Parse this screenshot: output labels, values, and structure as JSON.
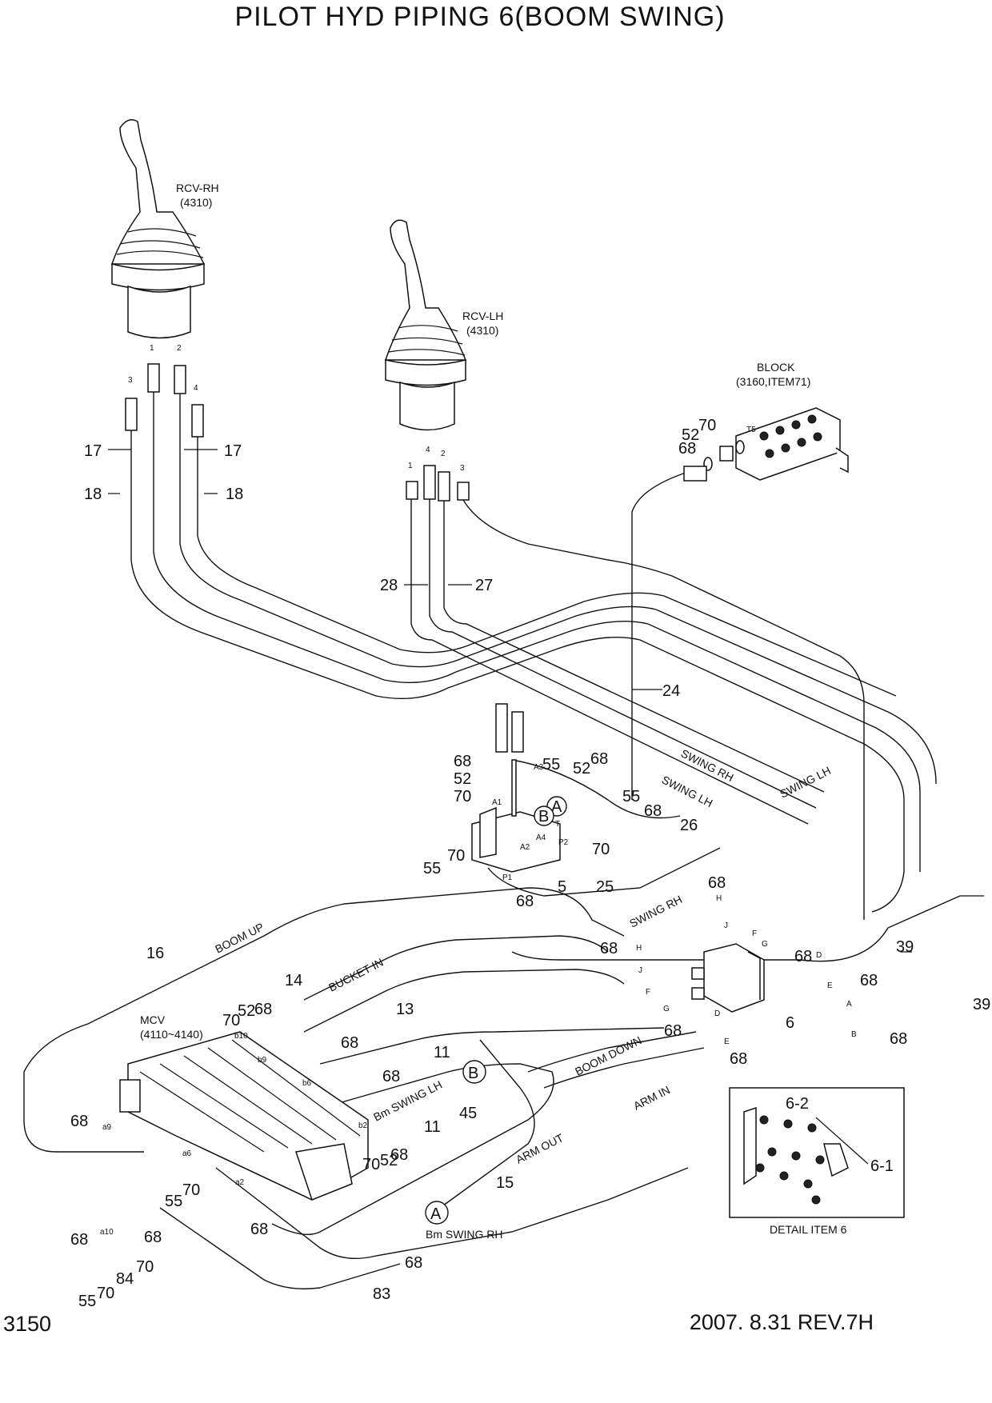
{
  "title": "PILOT HYD PIPING 6(BOOM SWING)",
  "page_number": "3150",
  "revision": "2007. 8.31 REV.7H",
  "components": {
    "rcv_rh": {
      "name": "RCV-RH",
      "ref": "(4310)"
    },
    "rcv_lh": {
      "name": "RCV-LH",
      "ref": "(4310)"
    },
    "block": {
      "name": "BLOCK",
      "ref": "(3160,ITEM71)"
    },
    "mcv": {
      "name": "MCV",
      "ref": "(4110~4140)"
    },
    "detail": "DETAIL ITEM 6"
  },
  "hose_labels": {
    "swing_rh_1": "SWING RH",
    "swing_lh_1": "SWING LH",
    "swing_lh_2": "SWING LH",
    "swing_rh_2": "SWING RH",
    "boom_up": "BOOM UP",
    "bucket_in": "BUCKET IN",
    "boom_down": "BOOM DOWN",
    "arm_in": "ARM IN",
    "arm_out": "ARM OUT",
    "bm_swing_lh": "Bm SWING LH",
    "bm_swing_rh": "Bm SWING RH"
  },
  "callouts": {
    "A": "A",
    "B": "B",
    "n1": "1",
    "n2": "2",
    "n3": "3",
    "n4": "4",
    "n5": "5",
    "n6": "6",
    "n6_1": "6-1",
    "n6_2": "6-2",
    "n11": "11",
    "n13": "13",
    "n14": "14",
    "n15": "15",
    "n16": "16",
    "n17": "17",
    "n18": "18",
    "n24": "24",
    "n25": "25",
    "n26": "26",
    "n27": "27",
    "n28": "28",
    "n39": "39",
    "n45": "45",
    "n52": "52",
    "n55": "55",
    "n68": "68",
    "n70": "70",
    "n83": "83",
    "n84": "84"
  },
  "port_labels": {
    "t5": "T5",
    "a1": "A1",
    "a2": "A2",
    "a3": "A3",
    "a4": "A4",
    "p1": "P1",
    "p2": "P2",
    "t": "T",
    "h": "H",
    "j": "J",
    "f": "F",
    "g": "G",
    "d": "D",
    "e": "E",
    "a": "A",
    "b": "B",
    "a9": "a9",
    "a10": "a10",
    "a6": "a6",
    "a2l": "a2",
    "b10": "b10",
    "b9": "b9",
    "b6": "b6",
    "b2": "b2"
  }
}
